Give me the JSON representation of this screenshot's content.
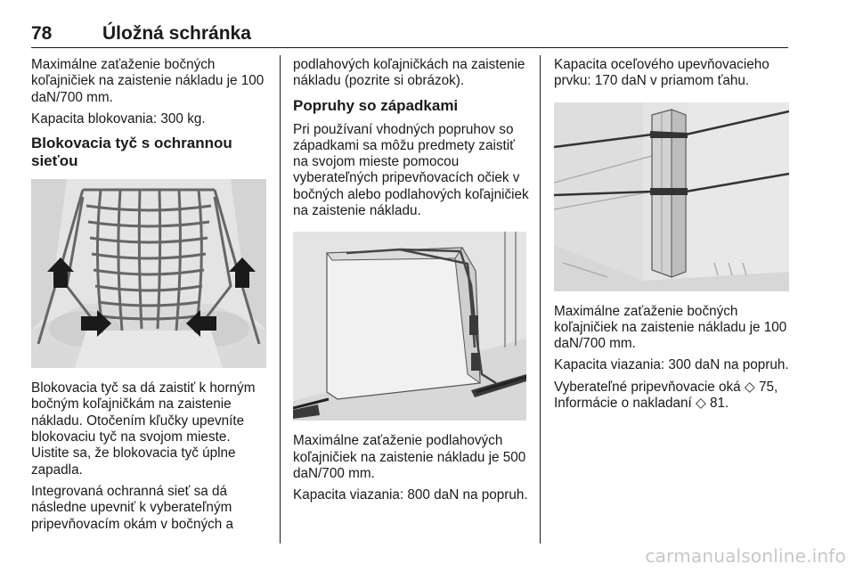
{
  "header": {
    "page_number": "78",
    "chapter_title": "Úložná schránka"
  },
  "column1": {
    "p1": "Maximálne zaťaženie bočných koľajničiek na zaistenie nákladu je 100 daN/700 mm.",
    "p2": "Kapacita blokovania: 300 kg.",
    "heading": "Blokovacia tyč s ochrannou sieťou",
    "p3": "Blokovacia tyč sa dá zaistiť k horným bočným koľajničkám na zaistenie nákladu. Otočením kľučky upevníte blokovaciu tyč na svojom mieste. Uistite sa, že blokovacia tyč úplne zapadla.",
    "p4": "Integrovaná ochranná sieť sa dá následne upevniť k vyberateľným pripevňovacím okám v bočných a"
  },
  "column2": {
    "p1": "podlahových koľajničkách na zaistenie nákladu (pozrite si obrázok).",
    "heading": "Popruhy so západkami",
    "p2": "Pri používaní vhodných popruhov so západkami sa môžu predmety zaistiť na svojom mieste pomocou vyberateľných pripevňovacích očiek v bočných alebo podlahových koľajničiek na zaistenie nákladu.",
    "p3": "Maximálne zaťaženie podlahových koľajničiek na zaistenie nákladu je 500 daN/700 mm.",
    "p4": "Kapacita viazania: 800 daN na popruh."
  },
  "column3": {
    "p1": "Kapacita oceľového upevňovacieho prvku: 170 daN v priamom ťahu.",
    "p2": "Maximálne zaťaženie bočných koľajničiek na zaistenie nákladu je 100 daN/700 mm.",
    "p3": "Kapacita viazania: 300 daN na popruh.",
    "p4": "Vyberateľné pripevňovacie oká ◇ 75, Informácie o nakladaní ◇ 81."
  },
  "watermark": "carmanualsonline.info"
}
